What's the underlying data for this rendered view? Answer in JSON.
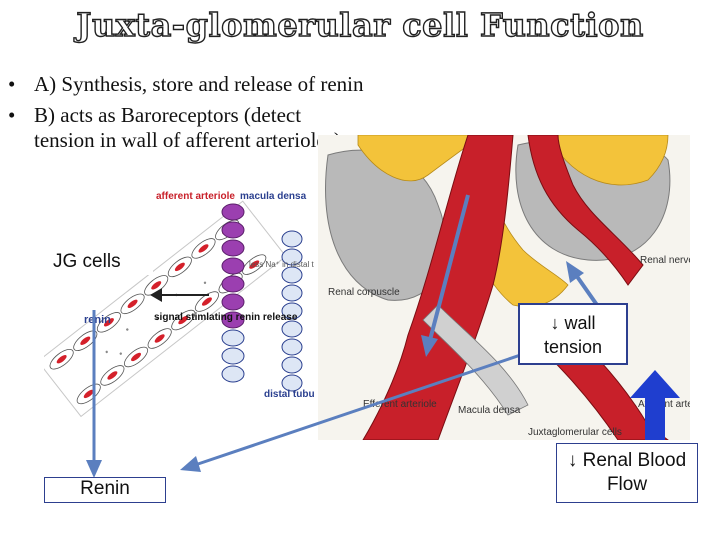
{
  "title": "Juxta-glomerular cell Function",
  "bullets": [
    {
      "symbol": "•",
      "text": "A) Synthesis, store and release of renin"
    },
    {
      "symbol": "•",
      "text": "B) acts as Baroreceptors (detect tension in wall of afferent arterioles)"
    }
  ],
  "left_diagram": {
    "afferent_arteriole": "afferent arteriole",
    "macula_densa": "macula densa",
    "less_na": "less Na⁺ in distal tubule",
    "signal": "signal stimlating renin release",
    "renin": "renin",
    "distal_tubule": "distal tubule"
  },
  "right_diagram": {
    "renal_corpuscle": "Renal corpuscle",
    "renal_nerve": "Renal nerve",
    "efferent_arteriole": "Efferent arteriole",
    "macula_densa": "Macula densa",
    "afferent_arteriole": "Afferent arteriole",
    "juxtaglomerular_cells": "Juxtaglomerular cells"
  },
  "callouts": {
    "jg_cells": "JG cells",
    "wall_tension": "↓ wall tension",
    "renin": "Renin",
    "renal_blood_flow": "↓ Renal Blood Flow"
  },
  "colors": {
    "arrow_blue": "#5b7fbf",
    "up_arrow_blue": "#1f3ecf",
    "box_border": "#2d3f8f",
    "blood_red": "#c8202a",
    "tissue_yellow": "#f3c33a",
    "cell_purple": "#9b3fb0"
  }
}
